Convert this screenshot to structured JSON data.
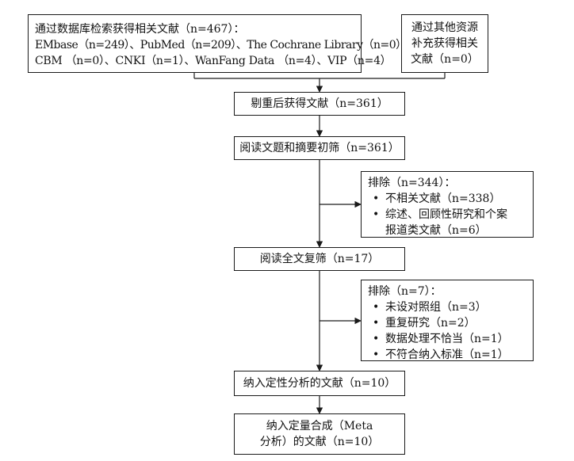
{
  "flow": {
    "search_db": {
      "lines": [
        "通过数据库检索获得相关文献（n=467）：",
        "EMbase（n=249）、PubMed（n=209）、The Cochrane Library（n=0）、",
        "CBM （n=0）、CNKI（n=1）、WanFang Data （n=4）、VIP（n=4）"
      ]
    },
    "search_other": {
      "lines": [
        "通过其他资源",
        "补充获得相关",
        "文献（n=0）"
      ]
    },
    "after_dedup": "剔重后获得文献（n=361）",
    "screen_title_abstract": "阅读文题和摘要初筛（n=361）",
    "exclusion_1": {
      "title": "排除（n=344）：",
      "items": [
        "不相关文献（n=338）",
        "综述、回顾性研究和个案"
      ],
      "continuation": "报道类文献（n=6）"
    },
    "full_text_review": "阅读全文复筛（n=17）",
    "exclusion_2": {
      "title": "排除（n=7）：",
      "items": [
        "未设对照组（n=3）",
        "重复研究（n=2）",
        "数据处理不恰当（n=1）",
        "不符合纳入标准（n=1）"
      ]
    },
    "qualitative": "纳入定性分析的文献（n=10）",
    "quantitative": {
      "lines": [
        "纳入定量合成（Meta",
        "分析）的文献（n=10）"
      ]
    }
  }
}
